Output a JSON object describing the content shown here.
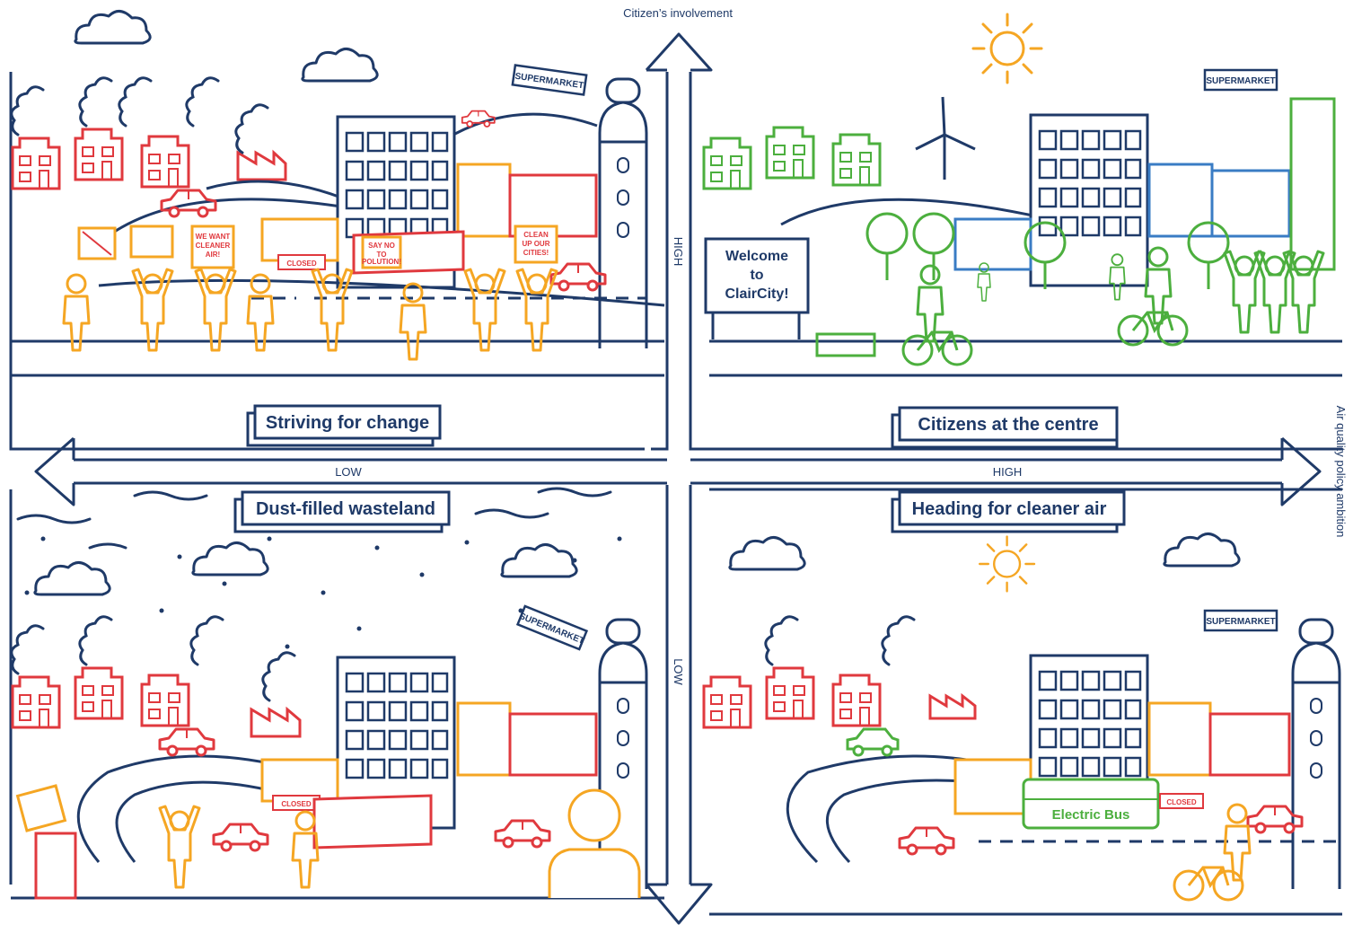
{
  "axes": {
    "vertical_title": "Citizen’s involvement",
    "horizontal_title": "Air quality policy ambition",
    "vertical_high": "HIGH",
    "vertical_low": "LOW",
    "horizontal_low": "LOW",
    "horizontal_high": "HIGH"
  },
  "quadrants": {
    "top_left": "Striving for change",
    "top_right": "Citizens at the centre",
    "bottom_left": "Dust-filled wasteland",
    "bottom_right": "Heading for cleaner air"
  },
  "scene_text": {
    "supermarket": "SUPERMARKET",
    "closed": "CLOSED",
    "welcome_line1": "Welcome",
    "welcome_line2": "to",
    "welcome_line3": "ClairCity!",
    "electric_bus": "Electric Bus",
    "sign_cleaner_air": "WE WANT CLEANER AIR!",
    "sign_say_no": "SAY NO TO POLUTION!",
    "sign_clean_up": "CLEAN UP OUR CITIES!"
  },
  "colors": {
    "navy": "#1f3a68",
    "red": "#e0393e",
    "orange": "#f5a623",
    "green": "#4caf3e",
    "blue": "#3a7cc4"
  },
  "icons": [
    "cloud-icon",
    "sun-icon",
    "factory-icon",
    "wind-turbine-icon",
    "tree-icon",
    "car-icon",
    "bicycle-icon",
    "person-icon",
    "truck-icon",
    "bus-icon"
  ]
}
